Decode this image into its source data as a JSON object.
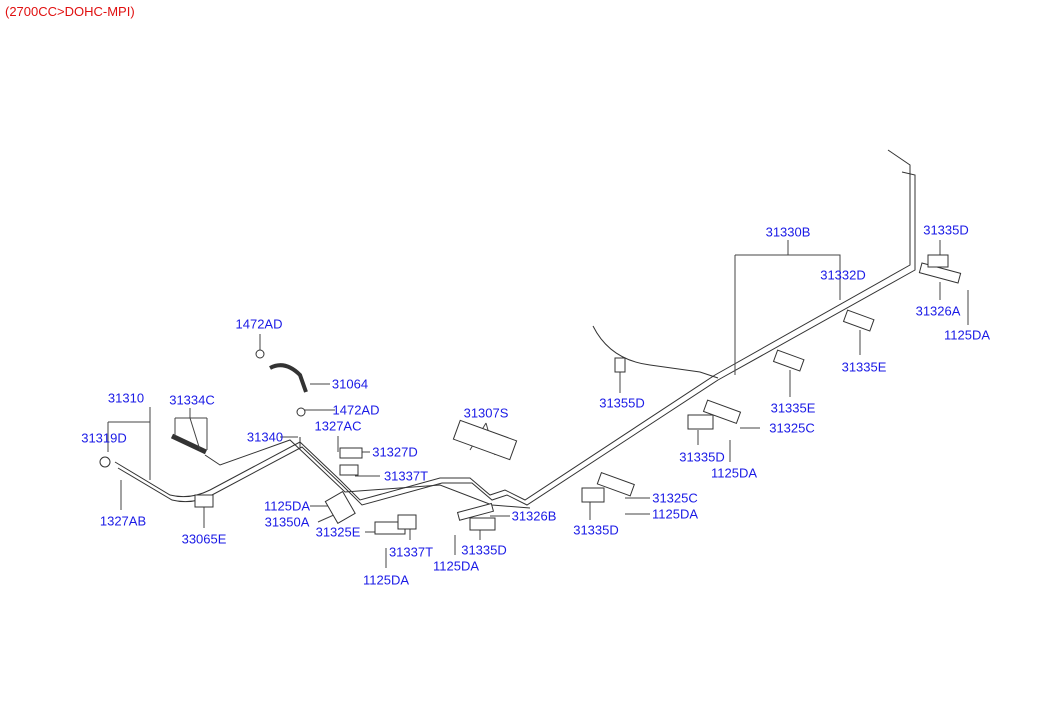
{
  "title": "(2700CC>DOHC-MPI)",
  "colors": {
    "label": "#1a1ae6",
    "title": "#e01010",
    "lines": "#333333"
  },
  "part_labels": [
    "31330B",
    "31332D",
    "31335D",
    "31326A",
    "1125DA",
    "1472AD",
    "31064",
    "1472AD",
    "1327AC",
    "31327D",
    "31337T",
    "31310",
    "31334C",
    "31319D",
    "31340",
    "31307S",
    "31355D",
    "31335E",
    "31335E",
    "31325C",
    "31335D",
    "1125DA",
    "31325C",
    "1125DA",
    "31335D",
    "31326B",
    "31335D",
    "1125DA",
    "1125DA",
    "31350A",
    "31325E",
    "31337T",
    "1125DA",
    "1327AB",
    "33065E"
  ]
}
